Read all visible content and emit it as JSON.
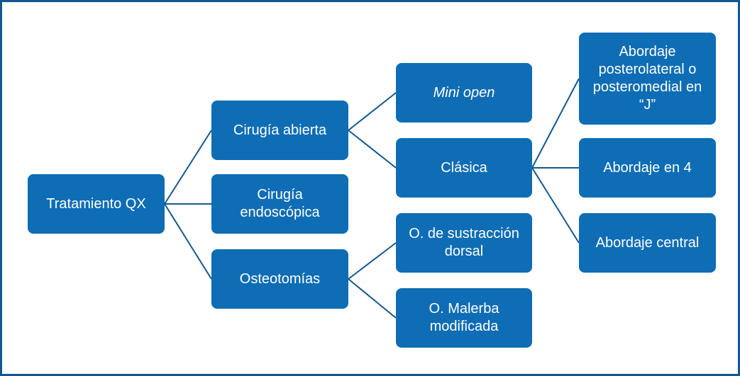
{
  "colors": {
    "node_fill": "#0e6db4",
    "node_text": "#ffffff",
    "connector": "#12588f",
    "frame": "#12588f"
  },
  "nodes": {
    "root": "Tratamiento QX",
    "cirugia_abierta": "Cirugía abierta",
    "cirugia_endoscopica": "Cirugía endoscópica",
    "osteotomias": "Osteotomías",
    "mini_open": "Mini open",
    "clasica": "Clásica",
    "o_sustraccion": "O. de sustracción dorsal",
    "o_malerba": "O. Malerba modificada",
    "abordaje_posterolateral": "Abordaje posterolateral o posteromedial en “J”",
    "abordaje_en_4": "Abordaje en 4",
    "abordaje_central": "Abordaje central"
  },
  "edges": [
    [
      "root",
      "cirugia_abierta"
    ],
    [
      "root",
      "cirugia_endoscopica"
    ],
    [
      "root",
      "osteotomias"
    ],
    [
      "cirugia_abierta",
      "mini_open"
    ],
    [
      "cirugia_abierta",
      "clasica"
    ],
    [
      "osteotomias",
      "o_sustraccion"
    ],
    [
      "osteotomias",
      "o_malerba"
    ],
    [
      "clasica",
      "abordaje_posterolateral"
    ],
    [
      "clasica",
      "abordaje_en_4"
    ],
    [
      "clasica",
      "abordaje_central"
    ]
  ]
}
